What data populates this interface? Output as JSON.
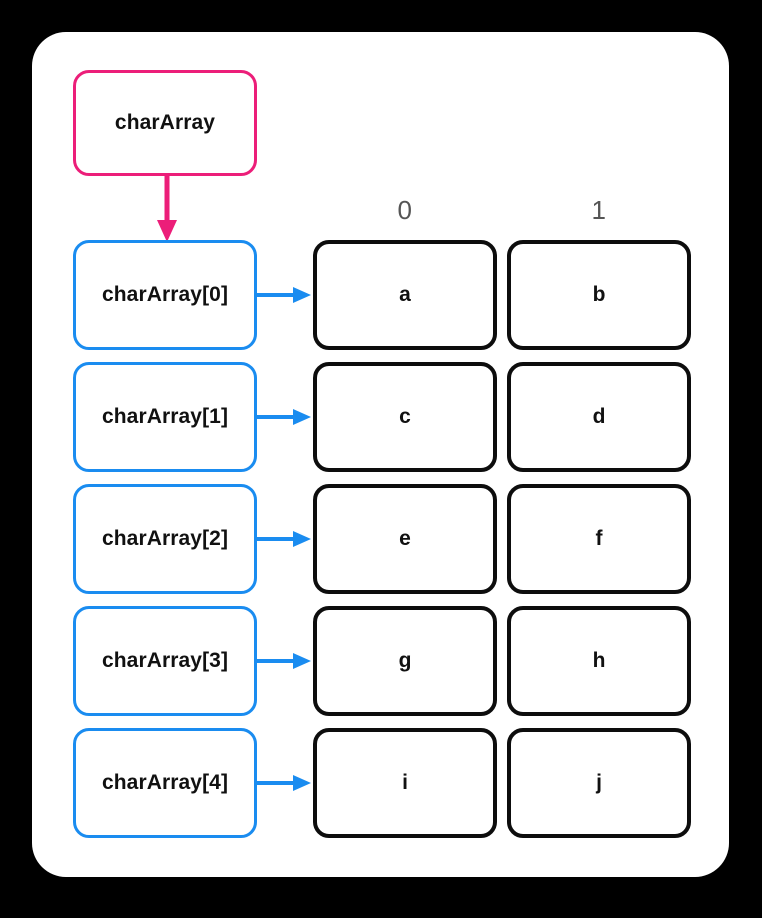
{
  "diagram": {
    "title": "charArray",
    "root": {
      "label": "charArray"
    },
    "column_headers": [
      {
        "label": "0"
      },
      {
        "label": "1"
      }
    ],
    "rows": [
      {
        "label": "charArray[0]",
        "cells": [
          {
            "value": "a"
          },
          {
            "value": "b"
          }
        ]
      },
      {
        "label": "charArray[1]",
        "cells": [
          {
            "value": "c"
          },
          {
            "value": "d"
          }
        ]
      },
      {
        "label": "charArray[2]",
        "cells": [
          {
            "value": "e"
          },
          {
            "value": "f"
          }
        ]
      },
      {
        "label": "charArray[3]",
        "cells": [
          {
            "value": "g"
          },
          {
            "value": "h"
          }
        ]
      },
      {
        "label": "charArray[4]",
        "cells": [
          {
            "value": "i"
          },
          {
            "value": "j"
          }
        ]
      }
    ],
    "colors": {
      "root_border": "#ec1e79",
      "row_border": "#1a8cf0",
      "cell_border": "#0d0d0d",
      "header_text": "#555555",
      "card_background": "#ffffff",
      "page_background": "#000000",
      "root_arrow": "#ec1e79",
      "row_arrow": "#1a8cf0"
    }
  }
}
